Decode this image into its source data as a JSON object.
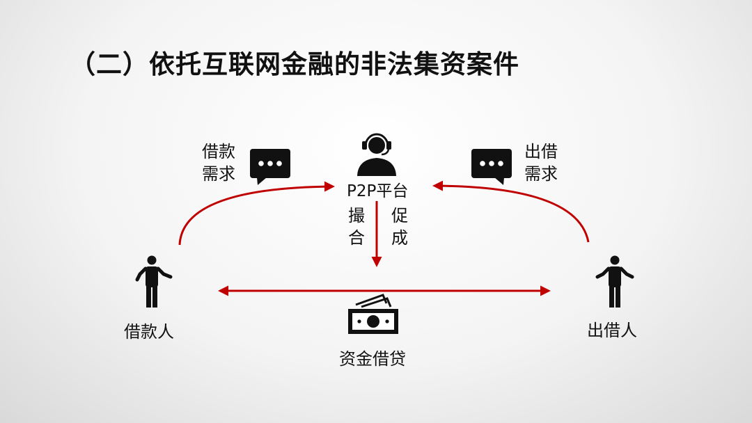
{
  "title": "（二）依托互联网金融的非法集资案件",
  "platform": {
    "label": "P2P平台"
  },
  "match_label": [
    "撮",
    "合"
  ],
  "promote_label": [
    "促",
    "成"
  ],
  "borrow_need": [
    "借款",
    "需求"
  ],
  "lend_need": [
    "出借",
    "需求"
  ],
  "borrower": "借款人",
  "lender": "出借人",
  "loan": "资金借贷",
  "icons": {
    "platform": "customer-service-icon",
    "speech": "speech-bubble-icon",
    "person": "person-icon",
    "money": "money-icon"
  },
  "colors": {
    "arrow": "#c00000",
    "text": "#111111"
  }
}
